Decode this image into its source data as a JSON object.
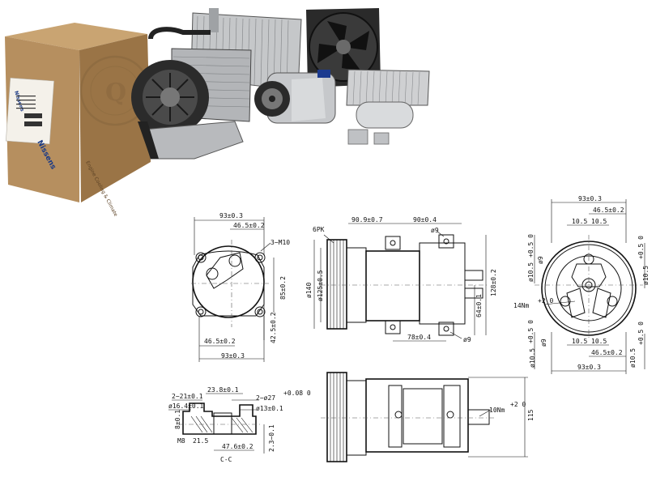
{
  "product_photo": {
    "box": {
      "brand_text": "Nissens",
      "tagline": "Engine Cooling & Climate",
      "stamp_text": "QUALITY FOR ENGINE COOLING & CLIMATE",
      "label_brand": "Nissens"
    }
  },
  "drawings": {
    "rear_view": {
      "dims": {
        "top_width": "93±0.3",
        "top_half": "46.5±0.2",
        "thread": "3−M10",
        "right_height": "85±0.2",
        "right_lower": "42.5±0.2",
        "bottom_half": "46.5±0.2",
        "bottom_width": "93±0.3"
      }
    },
    "side_view": {
      "dims": {
        "belt": "6PK",
        "top_left": "90.9±0.7",
        "top_right": "90±0.4",
        "hole_top": "ø9",
        "dia_outer": "ø140",
        "dia_inner": "ø125±0.5",
        "height_right": "128±0.2",
        "height_lower": "64±0.1",
        "bottom_span": "78±0.4",
        "hole_bottom": "ø9"
      }
    },
    "front_view": {
      "dims": {
        "top_width": "93±0.3",
        "top_half": "46.5±0.2",
        "top_pair_a": "10.5",
        "top_pair_b": "10.5",
        "left_hole": "ø10.5",
        "left_hole_tol": "+0.5 0",
        "left_hole_small": "ø9",
        "right_hole": "ø10.5",
        "right_hole_tol": "+0.5 0",
        "torque": "14Nm",
        "torque_tol": "+2 0",
        "bottom_pair_a": "10.5",
        "bottom_pair_b": "10.5",
        "bottom_half": "46.5±0.2",
        "bottom_left_hole": "ø10.5",
        "bottom_left_tol": "+0.5 0",
        "bottom_left_small": "ø9",
        "bottom_right_hole": "ø10.5",
        "bottom_right_tol": "+0.5 0",
        "bottom_width": "93±0.3"
      }
    },
    "section_view": {
      "dims": {
        "top_a": "23.8±0.1",
        "left_a": "2−21±0.1",
        "left_b": "ø16.4±0.1",
        "right_a": "2−ø27",
        "right_a_tol": "+0.08 0",
        "right_b": "ø13±0.1",
        "left_c": "8±0.1",
        "thread": "M8",
        "thread_b": "21.5",
        "bottom": "47.6±0.2",
        "right_c": "2.3−0.1",
        "label": "C-C"
      }
    },
    "top_view": {
      "dims": {
        "torque": "10Nm",
        "torque_tol": "+2 0",
        "height": "115"
      }
    }
  },
  "colors": {
    "box": "#b68f5f",
    "box_dark": "#8d6a3f",
    "brand": "#1a3a86",
    "line": "#111111",
    "metal": "#b7b9bc"
  }
}
